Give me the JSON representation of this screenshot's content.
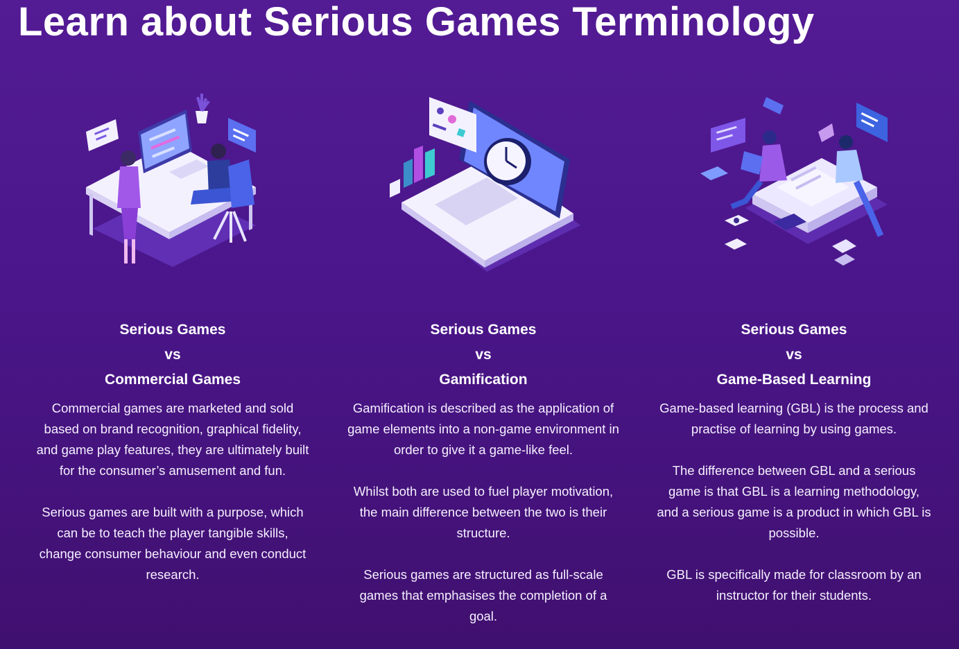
{
  "page": {
    "title": "Learn about Serious Games Terminology"
  },
  "cards": [
    {
      "illustration": "office-desk-illustration",
      "heading_top": "Serious Games",
      "heading_vs": "vs",
      "heading_bottom": "Commercial Games",
      "paragraphs": [
        "Commercial games are marketed and sold based on brand recognition, graphical fidelity, and game play features, they are ultimately built for the consumer’s amusement and fun.",
        "Serious games are built with a purpose, which can be to teach the player tangible skills, change consumer behaviour and even conduct research."
      ]
    },
    {
      "illustration": "laptop-clock-illustration",
      "heading_top": "Serious Games",
      "heading_vs": "vs",
      "heading_bottom": "Gamification",
      "paragraphs": [
        "Gamification is described as the application of game elements into a non-game environment in order to give it a game-like feel.",
        "Whilst both are used to fuel player motivation, the main difference between the two is their structure.",
        "Serious games are structured as full-scale games that emphasises the completion of a goal."
      ]
    },
    {
      "illustration": "online-learning-illustration",
      "heading_top": "Serious Games",
      "heading_vs": "vs",
      "heading_bottom": "Game-Based Learning",
      "paragraphs": [
        "Game-based learning (GBL) is the process and practise of learning by using games.",
        "The difference between GBL and a serious game is that GBL is a learning methodology, and a serious game is a product in which GBL is possible.",
        "GBL is specifically made for classroom by an instructor for their students."
      ]
    }
  ],
  "colors": {
    "background_top": "#531b94",
    "background_bottom": "#40106f",
    "text": "#ffffff",
    "accent_violet": "#9b6bf2",
    "accent_blue": "#3d63e0"
  }
}
